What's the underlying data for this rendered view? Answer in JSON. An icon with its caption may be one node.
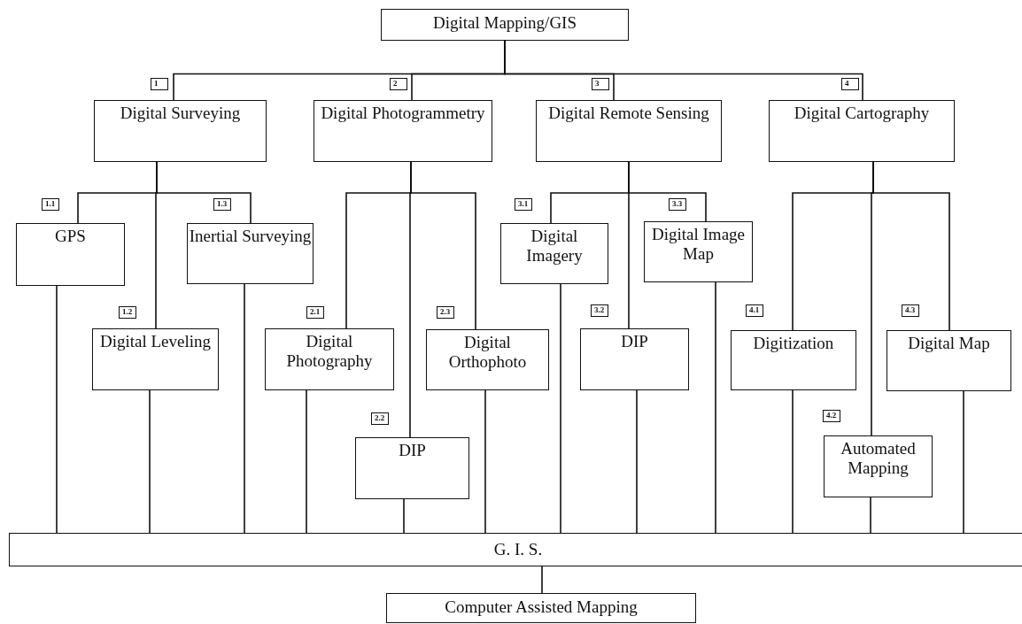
{
  "diagram": {
    "nodes": [
      {
        "text": [
          "Digital Mapping/GIS"
        ]
      },
      {
        "text": [
          "Digital Surveying"
        ],
        "beside": [
          "1"
        ]
      },
      {
        "text": [
          "Digital Photogrammetry"
        ],
        "beside": [
          "2"
        ]
      },
      {
        "text": [
          "Digital Remote Sensing"
        ],
        "beside": [
          "3"
        ]
      },
      {
        "text": [
          "Digital Cartography"
        ],
        "beside": [
          "4"
        ]
      },
      {
        "text": [
          "GPS"
        ],
        "beside": [
          "1.1"
        ]
      },
      {
        "text": [
          "Digital Leveling"
        ],
        "beside": [
          "1.2"
        ]
      },
      {
        "text": [
          "Inertial Surveying"
        ],
        "beside": [
          "1.3"
        ]
      },
      {
        "text": [
          "Digital Photography"
        ],
        "beside": [
          "2.1"
        ]
      },
      {
        "text": [
          "DIP"
        ],
        "beside": [
          "2.2"
        ]
      },
      {
        "text": [
          "Digital Orthophoto"
        ],
        "beside": [
          "2.3"
        ]
      },
      {
        "text": [
          "Digital Imagery"
        ],
        "beside": [
          "3.1"
        ]
      },
      {
        "text": [
          "DIP"
        ],
        "beside": [
          "3.2"
        ]
      },
      {
        "text": [
          "Digital Image Map"
        ],
        "beside": [
          "3.3"
        ]
      },
      {
        "text": [
          "Digitization"
        ],
        "beside": [
          "4.1"
        ]
      },
      {
        "text": [
          "Automated Mapping"
        ],
        "beside": [
          "4.2"
        ]
      },
      {
        "text": [
          "Digital Map"
        ],
        "beside": [
          "4.3"
        ]
      },
      {
        "text": [
          "G. I. S."
        ]
      },
      {
        "text": [
          "Computer Assisted Mapping"
        ]
      }
    ],
    "edges": [
      {
        "from": 0,
        "to": 1,
        "arrow": "none"
      },
      {
        "from": 0,
        "to": 2,
        "arrow": "none"
      },
      {
        "from": 0,
        "to": 3,
        "arrow": "none"
      },
      {
        "from": 0,
        "to": 4,
        "arrow": "none"
      },
      {
        "from": 1,
        "to": 5,
        "arrow": "none"
      },
      {
        "from": 1,
        "to": 6,
        "arrow": "none"
      },
      {
        "from": 1,
        "to": 7,
        "arrow": "none"
      },
      {
        "from": 2,
        "to": 8,
        "arrow": "none"
      },
      {
        "from": 2,
        "to": 9,
        "arrow": "none"
      },
      {
        "from": 2,
        "to": 10,
        "arrow": "none"
      },
      {
        "from": 3,
        "to": 11,
        "arrow": "none"
      },
      {
        "from": 3,
        "to": 12,
        "arrow": "none"
      },
      {
        "from": 3,
        "to": 13,
        "arrow": "none"
      },
      {
        "from": 4,
        "to": 14,
        "arrow": "none"
      },
      {
        "from": 4,
        "to": 15,
        "arrow": "none"
      },
      {
        "from": 4,
        "to": 16,
        "arrow": "none"
      },
      {
        "from": 5,
        "to": 17,
        "arrow": "none"
      },
      {
        "from": 6,
        "to": 17,
        "arrow": "none"
      },
      {
        "from": 7,
        "to": 17,
        "arrow": "none"
      },
      {
        "from": 8,
        "to": 17,
        "arrow": "none"
      },
      {
        "from": 9,
        "to": 17,
        "arrow": "none"
      },
      {
        "from": 10,
        "to": 17,
        "arrow": "none"
      },
      {
        "from": 11,
        "to": 17,
        "arrow": "none"
      },
      {
        "from": 12,
        "to": 17,
        "arrow": "none"
      },
      {
        "from": 13,
        "to": 17,
        "arrow": "none"
      },
      {
        "from": 14,
        "to": 17,
        "arrow": "none"
      },
      {
        "from": 15,
        "to": 17,
        "arrow": "none"
      },
      {
        "from": 16,
        "to": 17,
        "arrow": "none"
      },
      {
        "from": 17,
        "to": 18,
        "arrow": "none"
      }
    ]
  }
}
